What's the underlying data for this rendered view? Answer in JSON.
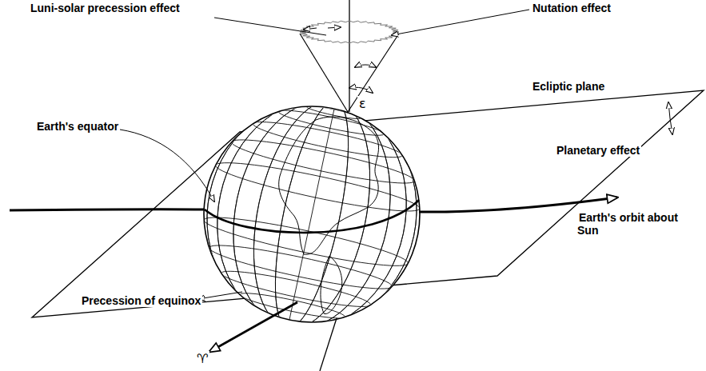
{
  "diagram": {
    "labels": [
      "Luni-solar precession effect",
      "Nutation effect",
      "ε",
      "Ecliptic plane",
      "Earth's equator",
      "Planetary effect",
      "Earth's orbit about Sun",
      "Precession of equinox",
      "♈"
    ]
  }
}
